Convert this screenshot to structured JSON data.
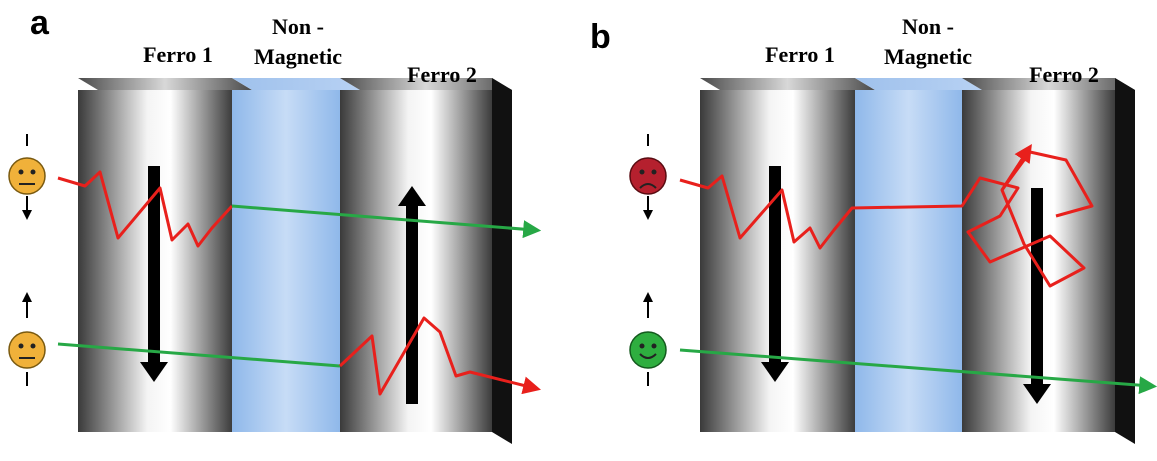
{
  "panels": [
    {
      "letter": "a",
      "labels": {
        "ferro1": "Ferro 1",
        "nonmagnetic_line1": "Non -",
        "nonmagnetic_line2": "Magnetic",
        "ferro2": "Ferro 2"
      },
      "magnetization": {
        "ferro1": "down",
        "ferro2": "up"
      },
      "electrons": [
        {
          "spin": "down",
          "face": "neutral",
          "face_color": "#f0b13a",
          "path_color": "#e8201c"
        },
        {
          "spin": "up",
          "face": "neutral",
          "face_color": "#f0b13a",
          "path_color": "#27a846"
        }
      ]
    },
    {
      "letter": "b",
      "labels": {
        "ferro1": "Ferro 1",
        "nonmagnetic_line1": "Non -",
        "nonmagnetic_line2": "Magnetic",
        "ferro2": "Ferro 2"
      },
      "magnetization": {
        "ferro1": "down",
        "ferro2": "down"
      },
      "electrons": [
        {
          "spin": "down",
          "face": "sad",
          "face_color": "#b5202e",
          "path_color": "#e8201c"
        },
        {
          "spin": "up",
          "face": "happy",
          "face_color": "#2eae3f",
          "path_color": "#27a846"
        }
      ]
    }
  ],
  "colors": {
    "scatter_path": "#e8201c",
    "transmit_path": "#27a846",
    "nonmagnetic_layer": "#a8c9ef",
    "magnetization_arrow": "#000000"
  }
}
